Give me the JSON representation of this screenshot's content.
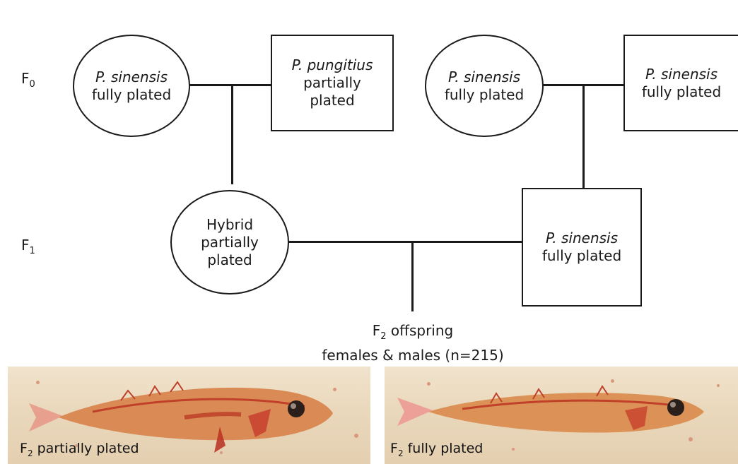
{
  "generations": {
    "f0_base": "F",
    "f0_sub": "0",
    "f1_base": "F",
    "f1_sub": "1"
  },
  "f0_left": {
    "female": {
      "species": "P. sinensis",
      "phenotype": "fully plated"
    },
    "male": {
      "species": "P. pungitius",
      "phenotype_line1": "partially",
      "phenotype_line2": "plated"
    }
  },
  "f0_right": {
    "female": {
      "species": "P. sinensis",
      "phenotype": "fully plated"
    },
    "male": {
      "species": "P. sinensis",
      "phenotype": "fully plated"
    }
  },
  "f1": {
    "hybrid": {
      "line1": "Hybrid",
      "line2": "partially",
      "line3": "plated"
    },
    "male": {
      "species": "P. sinensis",
      "phenotype": "fully plated"
    }
  },
  "offspring": {
    "f_base": "F",
    "f_sub": "2",
    "line1_rest": " offspring",
    "line2": "females & males (n=215)"
  },
  "photos": [
    {
      "caption_base": "F",
      "caption_sub": "2",
      "caption_rest": " partially plated"
    },
    {
      "caption_base": "F",
      "caption_sub": "2",
      "caption_rest": " fully plated"
    }
  ]
}
